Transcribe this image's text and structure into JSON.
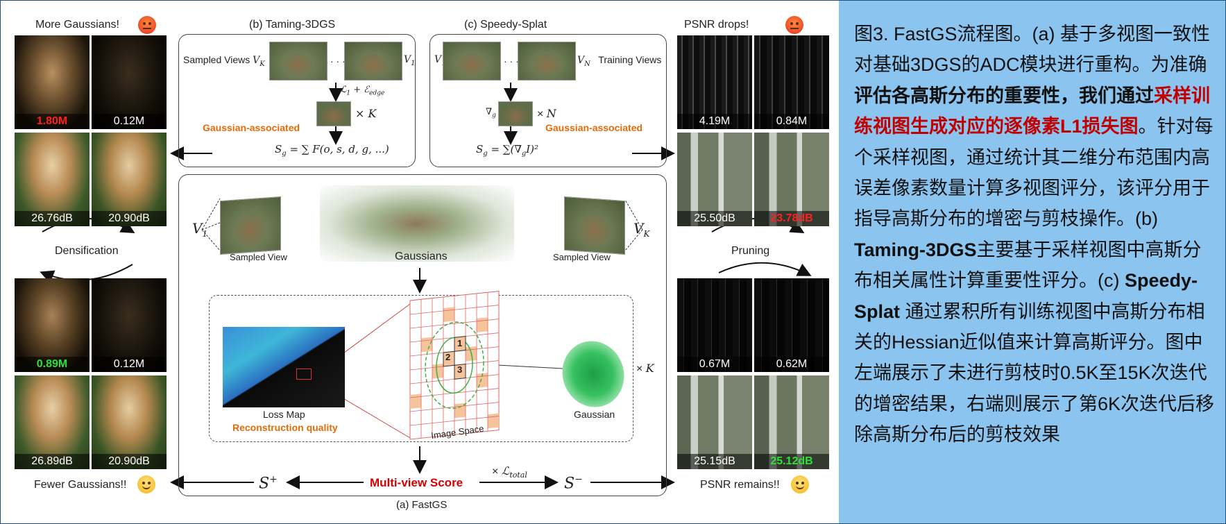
{
  "left": {
    "top_label": "More Gaussians!",
    "top_counts": [
      "1.80M",
      "0.12M"
    ],
    "top_psnr": [
      "26.76dB",
      "20.90dB"
    ],
    "mid_label": "Densification",
    "bottom_counts": [
      "0.89M",
      "0.12M"
    ],
    "bottom_psnr": [
      "26.89dB",
      "20.90dB"
    ],
    "bottom_label": "Fewer Gaussians!!"
  },
  "right": {
    "top_label": "PSNR drops!",
    "top_counts": [
      "4.19M",
      "0.84M"
    ],
    "top_psnr": [
      "25.50dB",
      "23.78dB"
    ],
    "mid_label": "Pruning",
    "bottom_counts": [
      "0.67M",
      "0.62M"
    ],
    "bottom_psnr": [
      "25.15dB",
      "25.12dB"
    ],
    "bottom_label": "PSNR remains!!"
  },
  "taming": {
    "title": "(b) Taming-3DGS",
    "sampled_views": "Sampled Views",
    "gaussian_associated": "Gaussian-associated"
  },
  "speedy": {
    "title": "(c) Speedy-Splat",
    "training_views": "Training Views",
    "gaussian_associated": "Gaussian-associated"
  },
  "fastgs": {
    "title": "(a) FastGS",
    "sampled_view_left": "Sampled View",
    "sampled_view_right": "Sampled View",
    "gaussians": "Gaussians",
    "loss_map": "Loss Map",
    "reconstruction_quality": "Reconstruction quality",
    "image_space": "Image Space",
    "gaussian": "Gaussian",
    "multi_view_score": "Multi-view Score",
    "grid_numbers": [
      "1",
      "2",
      "3"
    ]
  },
  "caption": {
    "p1": "图3. FastGS流程图。(a) 基于多视图一致性对基础3DGS的ADC模块进行重构。为准确",
    "p2_bold": "评估各高斯分布的重要性，我们通过",
    "p3_red": "采样训练视图生成对应的逐像素L1损失图",
    "p4": "。针对每个采样视图，通过统计其二维分布范围内高误差像素数量计算多视图评分，该评分用于指导高斯分布的增密与剪枝操作。(b) ",
    "p5_bold": "Taming-3DGS",
    "p6": "主要基于采样视图中高斯分布相关属性计算重要性评分。(c) ",
    "p7_bold": "Speedy-Splat",
    "p8": " 通过累积所有训练视图中高斯分布相关的Hessian近似值来计算高斯评分。图中左端展示了未进行剪枝时0.5K至15K次迭代的增密结果，右端则展示了第6K次迭代后移除高斯分布后的剪枝效果"
  }
}
